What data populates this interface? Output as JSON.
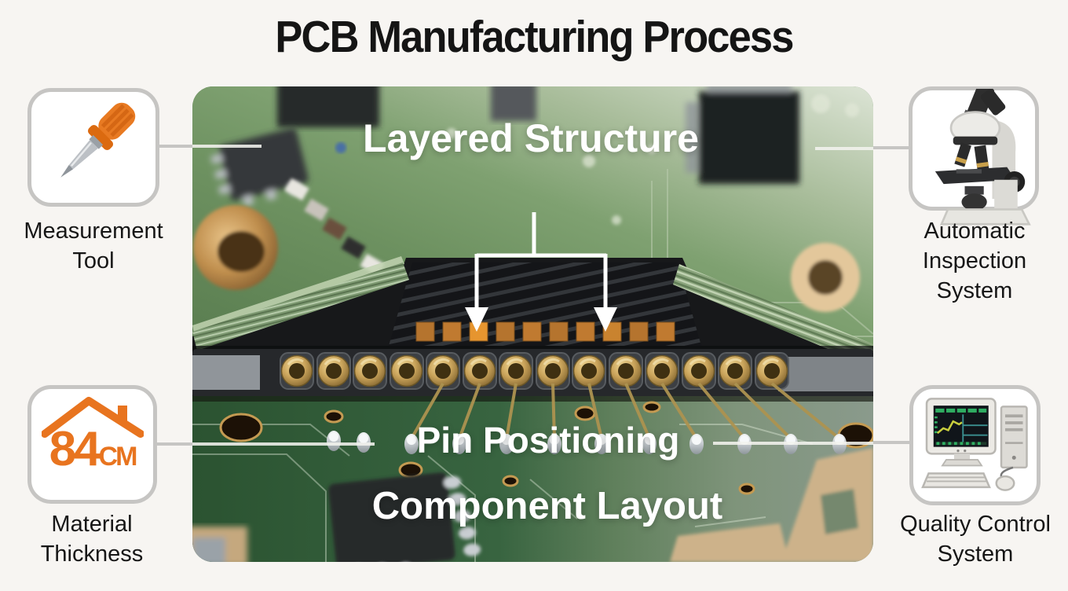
{
  "title": "PCB Manufacturing Process",
  "photo": {
    "description": "macro photograph of printed circuit boards and edge connector",
    "labels": {
      "layered_structure": "Layered Structure",
      "pin_positioning": "Pin Positioning",
      "component_layout": "Component Layout"
    }
  },
  "callouts": {
    "top_left": {
      "icon": "screwdriver-icon",
      "label": "Measurement Tool"
    },
    "bottom_left": {
      "icon": "roof-icon",
      "value": "84",
      "unit": "CM",
      "label": "Material Thickness"
    },
    "top_right": {
      "icon": "microscope-icon",
      "label": "Automatic Inspection System"
    },
    "bottom_right": {
      "icon": "desktop-computer-icon",
      "label": "Quality Control System"
    }
  },
  "colors": {
    "background": "#F7F5F2",
    "accent_orange": "#E8741F",
    "callout_border": "#C6C5C3",
    "title_text": "#151515",
    "overlay_text": "#FFFFFF",
    "pcb_green": "#5F7F57"
  }
}
